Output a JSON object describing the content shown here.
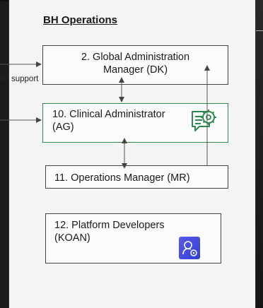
{
  "title": "BH Operations",
  "external_label": "nd support",
  "boxes": {
    "global_admin": {
      "line1": "2. Global Administration",
      "line2": "Manager (DK)"
    },
    "clinical_admin": {
      "line1": "10. Clinical Administrator",
      "line2": "(AG)"
    },
    "operations_manager": {
      "line1": "11. Operations Manager (MR)"
    },
    "platform_developers": {
      "line1": "12. Platform Developers",
      "line2": "(KOAN)"
    }
  },
  "icons": {
    "clinical_admin": "chat-gear-icon",
    "platform_developers": "user-gear-icon"
  },
  "colors": {
    "clinical_border": "#2d8a4e",
    "dev_icon": "#3f47e0"
  }
}
